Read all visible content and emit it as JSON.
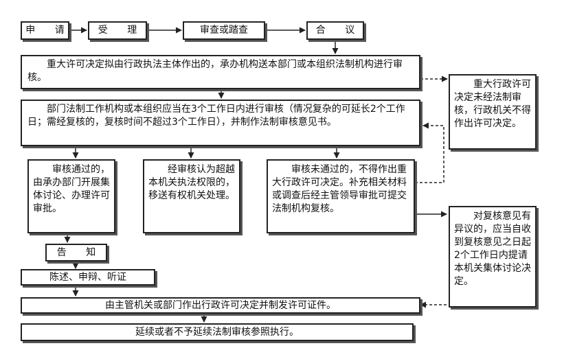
{
  "steps": {
    "apply": "申 请",
    "accept": "受 理",
    "review": "审查或踏查",
    "deliberate": "合 议"
  },
  "main": {
    "submit": "重大许可决定拟由行政执法主体作出的，承办机构送本部门或本组织法制机构进行审核。",
    "legal_review": "部门法制工作机构或本组织应当在3个工作日内进行审核（情况复杂的可延长2个工作日；需经复核的，复核时间不超过3个工作日），并制作法制审核意见书。",
    "passed": "审核通过的，由承办部门开展集体讨论、办理许可审批。",
    "beyond_authority": "经审核认为超越本机关执法权限的，移送有权机关处理。",
    "not_passed": "审核未通过的，不得作出重大行政许可决定。补充相关材料或调查后经主管领导审批可提交法制机构复核。",
    "notify": "告 知",
    "hearing": "陈述、申辩、听证",
    "decision": "由主管机关或部门作出行政许可决定并制发许可证件。",
    "renewal": "延续或者不予延续法制审核参照执行。"
  },
  "side": {
    "no_review": "重大行政许可决定未经法制审核，行政机关不得作出许可决定。",
    "objection": "对复核意见有异议的，应当自收到复核意见之日起2个工作日内提请本机关集体讨论决定。"
  },
  "colors": {
    "line": "#222222",
    "shadow": "#555555"
  }
}
